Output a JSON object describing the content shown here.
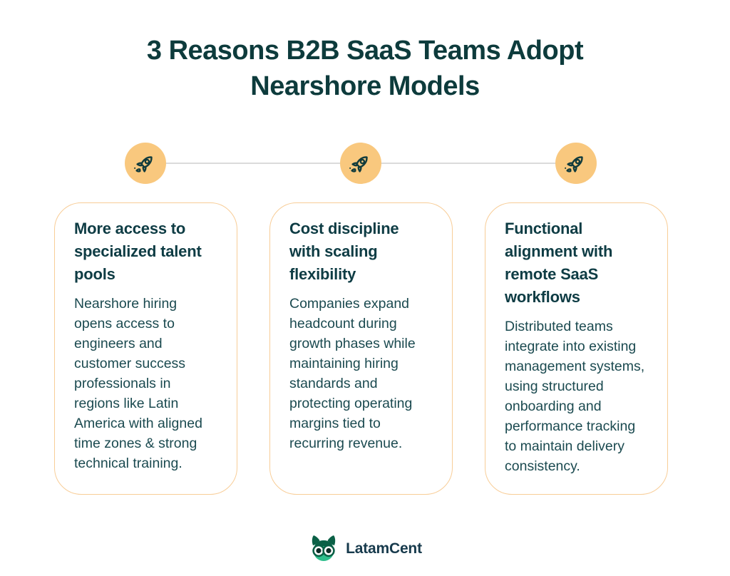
{
  "title": "3 Reasons B2B SaaS Teams Adopt Nearshore Models",
  "steps": {
    "icon": "rocket-icon"
  },
  "cards": [
    {
      "heading": "More access to specialized talent pools",
      "body": "Nearshore hiring opens access to engineers and customer success professionals in regions like Latin America with aligned time zones & strong technical training."
    },
    {
      "heading": "Cost discipline with scaling flexibility",
      "body": "Companies expand headcount during growth phases while maintaining hiring standards and protecting operating margins tied to recurring revenue."
    },
    {
      "heading": "Functional alignment with remote SaaS workflows",
      "body": "Distributed teams integrate into existing management systems, using structured onboarding and performance tracking to maintain delivery consistency."
    }
  ],
  "footer": {
    "brand": "LatamCent",
    "logo_icon": "owl-logo-icon"
  },
  "colors": {
    "accent_orange": "#F9C87E",
    "card_border": "#F8CD97",
    "title_color": "#0D3B3C",
    "heading_color": "#0E3C44",
    "body_color": "#1B4A50",
    "connector_gray": "#DBDBDB",
    "logo_green": "#2EBE8C",
    "logo_dark_green": "#0B6046",
    "logo_text": "#173A4C"
  }
}
